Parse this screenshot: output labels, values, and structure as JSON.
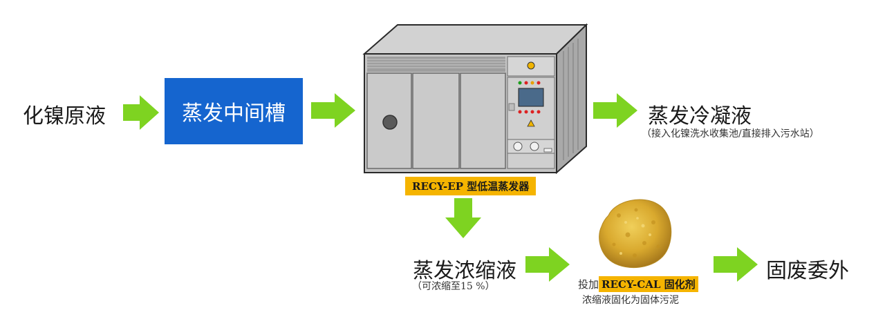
{
  "nodes": {
    "source": "化镍原液",
    "tank": "蒸发中间槽",
    "evaporator": "RECY-EP 型低温蒸发器",
    "condensate": {
      "label": "蒸发冷凝液",
      "note": "（接入化镍洗水收集池/直接排入污水站）"
    },
    "concentrate": {
      "label": "蒸发浓缩液",
      "note": "（可浓缩至15 %）"
    },
    "agent": {
      "prefix": "投加",
      "name": "RECY-CAL 固化剂",
      "note": "浓缩液固化为固体污泥"
    },
    "final": "固废委外"
  },
  "colors": {
    "arrow": "#7ed321",
    "tank_box": "#1565cf",
    "tag": "#f5b400"
  }
}
